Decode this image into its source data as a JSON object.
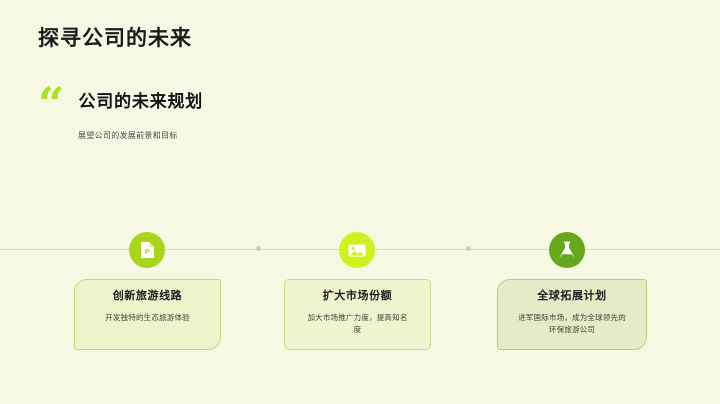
{
  "slide": {
    "background_color": "#f6f8e4",
    "page_title": "探寻公司的未来"
  },
  "quote": {
    "mark": "“",
    "heading": "公司的未来规划",
    "subtitle": "展望公司的发展前景和目标",
    "mark_color": "#aee023"
  },
  "timeline": {
    "line_color": "#d8dcc3",
    "dot_color": "#c9cdb4",
    "nodes": [
      {
        "icon": "document-page-icon",
        "color": "#a8d419"
      },
      {
        "icon": "image-picture-icon",
        "color": "#cdf31c"
      },
      {
        "icon": "flask-beaker-icon",
        "color": "#65a81b"
      }
    ]
  },
  "cards": [
    {
      "title": "创新旅游线路",
      "desc": "开发独特的生态旅游体验",
      "bg": "#eef3cc",
      "border": "#c3d86a"
    },
    {
      "title": "扩大市场份额",
      "desc": "加大市场推广力度，提高知名度",
      "bg": "#eef4cd",
      "border": "#cbdd84"
    },
    {
      "title": "全球拓展计划",
      "desc": "进军国际市场，成为全球领先的环保旅游公司",
      "bg": "#e3ecc6",
      "border": "#b9ce7e"
    }
  ]
}
